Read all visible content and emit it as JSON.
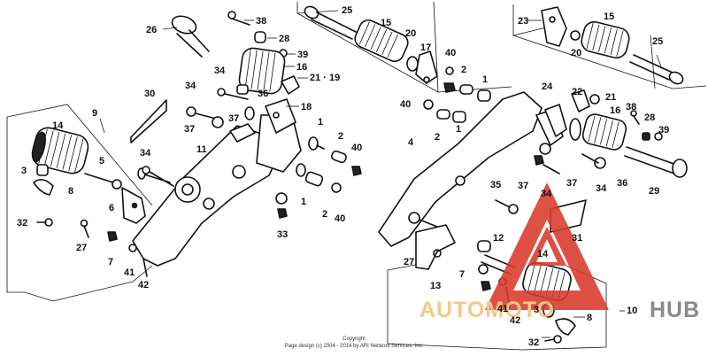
{
  "callouts": [
    {
      "id": "c38a",
      "text": "38"
    },
    {
      "id": "c26",
      "text": "26"
    },
    {
      "id": "c28a",
      "text": "28"
    },
    {
      "id": "c39a",
      "text": "39"
    },
    {
      "id": "c16a",
      "text": "16"
    },
    {
      "id": "c21a",
      "text": "21 · 19"
    },
    {
      "id": "c34a",
      "text": "34"
    },
    {
      "id": "c36a",
      "text": "36"
    },
    {
      "id": "c37a",
      "text": "37"
    },
    {
      "id": "c18",
      "text": "18"
    },
    {
      "id": "c30",
      "text": "30"
    },
    {
      "id": "c34b",
      "text": "34"
    },
    {
      "id": "c37b",
      "text": "37"
    },
    {
      "id": "c11",
      "text": "11"
    },
    {
      "id": "c9",
      "text": "9"
    },
    {
      "id": "c14a",
      "text": "14"
    },
    {
      "id": "c3a",
      "text": "3"
    },
    {
      "id": "c5",
      "text": "5"
    },
    {
      "id": "c8a",
      "text": "8"
    },
    {
      "id": "c34c",
      "text": "34"
    },
    {
      "id": "c6",
      "text": "6"
    },
    {
      "id": "c32a",
      "text": "32"
    },
    {
      "id": "c27a",
      "text": "27"
    },
    {
      "id": "c7a",
      "text": "7"
    },
    {
      "id": "c41a",
      "text": "41"
    },
    {
      "id": "c42a",
      "text": "42"
    },
    {
      "id": "c1a",
      "text": "1"
    },
    {
      "id": "c2a",
      "text": "2"
    },
    {
      "id": "c40a",
      "text": "40"
    },
    {
      "id": "c1b",
      "text": "1"
    },
    {
      "id": "c2b",
      "text": "2"
    },
    {
      "id": "c40b",
      "text": "40"
    },
    {
      "id": "c33",
      "text": "33"
    },
    {
      "id": "c25a",
      "text": "25"
    },
    {
      "id": "c15a",
      "text": "15"
    },
    {
      "id": "c20a",
      "text": "20"
    },
    {
      "id": "c17",
      "text": "17"
    },
    {
      "id": "c40c",
      "text": "40"
    },
    {
      "id": "c2c",
      "text": "2"
    },
    {
      "id": "c1c",
      "text": "1"
    },
    {
      "id": "c40d",
      "text": "40"
    },
    {
      "id": "c2d",
      "text": "2"
    },
    {
      "id": "c1d",
      "text": "1"
    },
    {
      "id": "c4",
      "text": "4"
    },
    {
      "id": "c23",
      "text": "23"
    },
    {
      "id": "c15b",
      "text": "15"
    },
    {
      "id": "c20b",
      "text": "20"
    },
    {
      "id": "c25b",
      "text": "25"
    },
    {
      "id": "c24",
      "text": "24"
    },
    {
      "id": "c22",
      "text": "22"
    },
    {
      "id": "c21b",
      "text": "21"
    },
    {
      "id": "c38b",
      "text": "38"
    },
    {
      "id": "c16b",
      "text": "16"
    },
    {
      "id": "c28b",
      "text": "28"
    },
    {
      "id": "c39b",
      "text": "39"
    },
    {
      "id": "c35",
      "text": "35"
    },
    {
      "id": "c37c",
      "text": "37"
    },
    {
      "id": "c34d",
      "text": "34"
    },
    {
      "id": "c37d",
      "text": "37"
    },
    {
      "id": "c34e",
      "text": "34"
    },
    {
      "id": "c36b",
      "text": "36"
    },
    {
      "id": "c29",
      "text": "29"
    },
    {
      "id": "c31",
      "text": "31"
    },
    {
      "id": "c12",
      "text": "12"
    },
    {
      "id": "c27b",
      "text": "27"
    },
    {
      "id": "c7b",
      "text": "7"
    },
    {
      "id": "c13",
      "text": "13"
    },
    {
      "id": "c14b",
      "text": "14"
    },
    {
      "id": "c41b",
      "text": "41"
    },
    {
      "id": "c42b",
      "text": "42"
    },
    {
      "id": "c3b",
      "text": "3"
    },
    {
      "id": "c10",
      "text": "10"
    },
    {
      "id": "c8b",
      "text": "8"
    },
    {
      "id": "c32b",
      "text": "32"
    }
  ],
  "copyright": {
    "line1": "Copyright",
    "line2": "Page design (c) 2004 - 2014 by ARI Network Services, Inc."
  },
  "watermark": {
    "text_left": "AUTOMOTO",
    "text_right": "HUB",
    "color_left": "#f2c27a",
    "color_right": "#7a7a7a",
    "triangle_color": "#d93a2b"
  }
}
